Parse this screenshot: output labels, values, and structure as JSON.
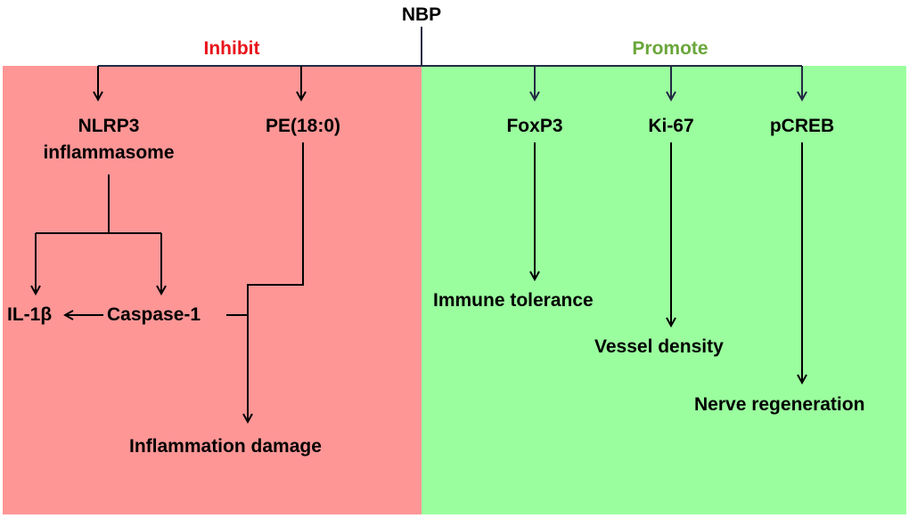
{
  "root": "NBP",
  "branches": {
    "inhibit": {
      "title": "Inhibit",
      "title_color": "#e8141b",
      "background": "#fe9696",
      "nodes": {
        "nlrp3_line1": "NLRP3",
        "nlrp3_line2": "inflammasome",
        "pe": "PE(18:0)",
        "il1b": "IL-1β",
        "caspase1": "Caspase-1",
        "inflammation": "Inflammation damage"
      }
    },
    "promote": {
      "title": "Promote",
      "title_color": "#6aa63a",
      "background": "#9afe9e",
      "nodes": {
        "foxp3": "FoxP3",
        "ki67": "Ki-67",
        "pcreb": "pCREB",
        "immune": "Immune tolerance",
        "vessel": "Vessel density",
        "nerve": "Nerve regeneration"
      }
    }
  }
}
